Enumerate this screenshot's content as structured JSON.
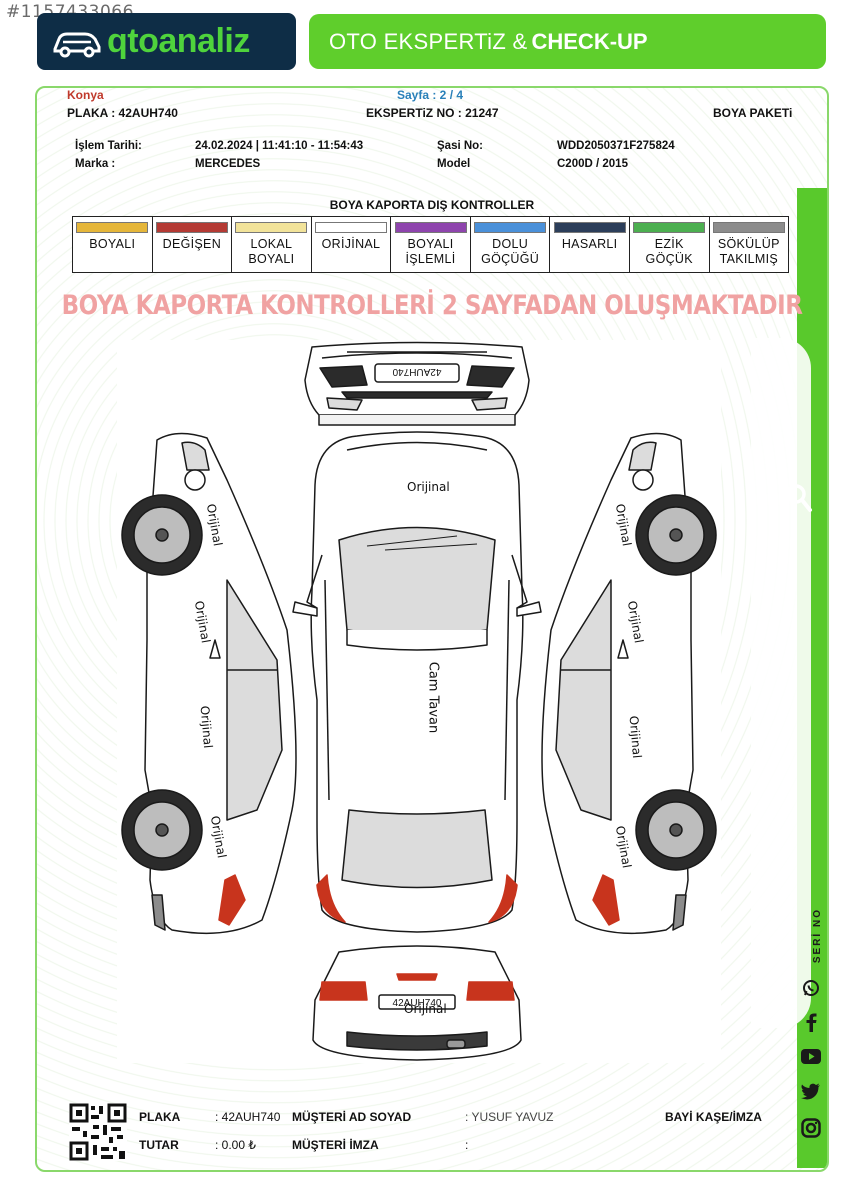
{
  "watermark_id": "#1157433066",
  "brand": {
    "logo_text": "qtoanaliz",
    "banner_light": "OTO EKSPERTiZ &",
    "banner_bold": "CHECK-UP"
  },
  "header": {
    "city": "Konya",
    "page": "Sayfa : 2 / 4",
    "plate_label": "PLAKA : 42AUH740",
    "expertise_no": "EKSPERTiZ NO : 21247",
    "package": "BOYA PAKETi"
  },
  "vehicle": {
    "date_label": "İşlem Tarihi:",
    "date_value": "24.02.2024 | 11:41:10 - 11:54:43",
    "brand_label": "Marka :",
    "brand_value": "MERCEDES",
    "chassis_label": "Şasi No:",
    "chassis_value": "WDD2050371F275824",
    "model_label": "Model",
    "model_value": "C200D / 2015"
  },
  "section_title": "BOYA KAPORTA DIŞ KONTROLLER",
  "legend": [
    {
      "line1": "BOYALI",
      "line2": "",
      "color": "#e5b63a"
    },
    {
      "line1": "DEĞİŞEN",
      "line2": "",
      "color": "#b43a34"
    },
    {
      "line1": "LOKAL",
      "line2": "BOYALI",
      "color": "#f2e39a"
    },
    {
      "line1": "ORİJİNAL",
      "line2": "",
      "color": "#ffffff"
    },
    {
      "line1": "BOYALI",
      "line2": "İŞLEMLİ",
      "color": "#8e44ad"
    },
    {
      "line1": "DOLU",
      "line2": "GÖÇÜĞÜ",
      "color": "#4a90d9"
    },
    {
      "line1": "HASARLI",
      "line2": "",
      "color": "#2c3e5a"
    },
    {
      "line1": "EZİK",
      "line2": "GÖÇÜK",
      "color": "#4caf50"
    },
    {
      "line1": "SÖKÜLÜP",
      "line2": "TAKILMIŞ",
      "color": "#8c8c8c"
    }
  ],
  "red_note": "BOYA KAPORTA KONTROLLERİ 2 SAYFADAN OLUŞMAKTADIR",
  "diagram": {
    "front_plate": "42AUH740",
    "rear_plate": "42AUH740",
    "hood_label": "Orijinal",
    "roof_label": "Cam Tavan",
    "rear_label": "Orijinal",
    "left_labels": [
      "Orijinal",
      "Orijinal",
      "Orijinal",
      "Orijinal"
    ],
    "right_labels": [
      "Orijinal",
      "Orijinal",
      "Orijinal",
      "Orijinal"
    ]
  },
  "side": {
    "seri_no": "SERİ NO"
  },
  "footer": {
    "plate_label": "PLAKA",
    "plate_value": ": 42AUH740",
    "amount_label": "TUTAR",
    "amount_value": ": 0.00 ₺",
    "customer_label": "MÜŞTERİ AD SOYAD",
    "customer_value": ": YUSUF YAVUZ",
    "signature_label": "MÜŞTERİ İMZA",
    "signature_value": ":",
    "dealer_label": "BAYİ KAŞE/İMZA"
  }
}
